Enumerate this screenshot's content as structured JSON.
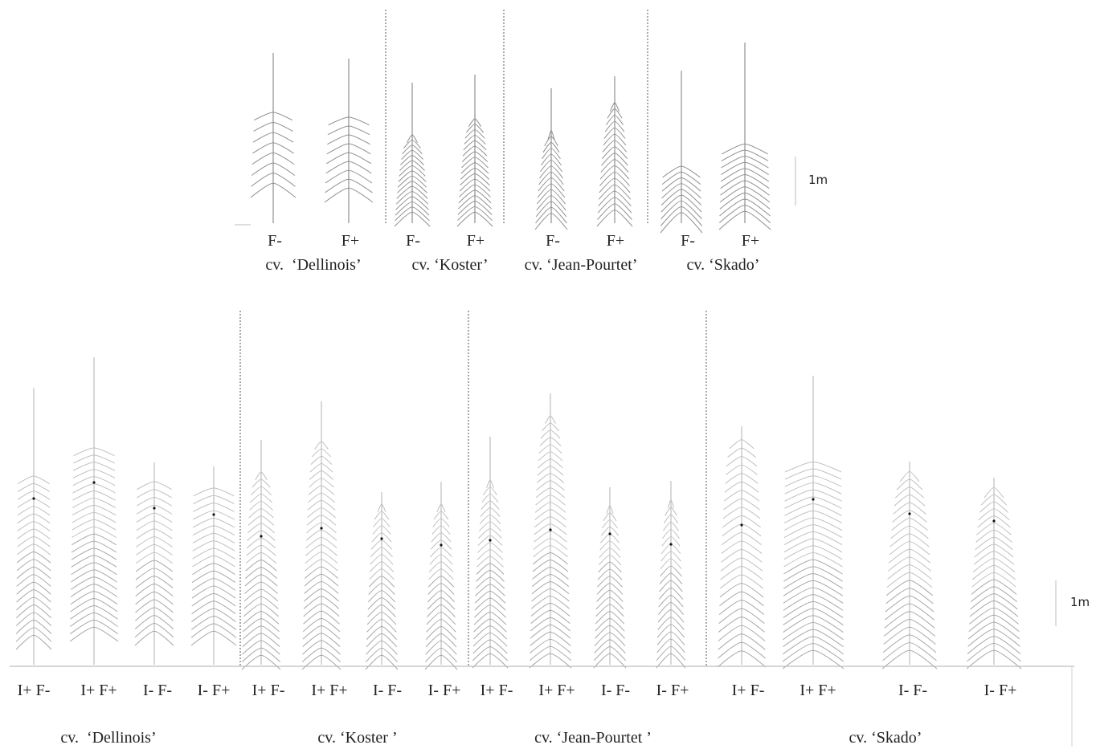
{
  "colors": {
    "top_plant": "#8f8f8f",
    "bottom_plant_upper": "#bfbfbf",
    "bottom_plant_lower": "#a6a6a6",
    "separator": "#555555",
    "ground": "#bdbdbd",
    "marker": "#111111"
  },
  "top_panel": {
    "scale_label": "1m",
    "cultivars": [
      {
        "name": "cv.  ‘Dellinois’",
        "treatments": [
          "F-",
          "F+"
        ]
      },
      {
        "name": "cv. ‘Koster’",
        "treatments": [
          "F-",
          "F+"
        ]
      },
      {
        "name": "cv. ‘Jean-Pourtet’",
        "treatments": [
          "F-",
          "F+"
        ]
      },
      {
        "name": "cv. ‘Skado’",
        "treatments": [
          "F-",
          "F+"
        ]
      }
    ]
  },
  "bottom_panel": {
    "scale_label": "1m",
    "cultivars": [
      {
        "name": "cv.  ‘Dellinois’",
        "treatments": [
          "I+ F-",
          "I+ F+",
          "I- F-",
          "I- F+"
        ]
      },
      {
        "name": "cv. ‘Koster ’",
        "treatments": [
          "I+ F-",
          "I+ F+",
          "I- F-",
          "I- F+"
        ]
      },
      {
        "name": "cv. ‘Jean-Pourtet ’",
        "treatments": [
          "I+ F-",
          "I+ F+",
          "I- F-",
          "I- F+"
        ]
      },
      {
        "name": "cv. ‘Skado’",
        "treatments": [
          "I+ F-",
          "I+ F+",
          "I- F-",
          "I- F+"
        ]
      }
    ]
  }
}
